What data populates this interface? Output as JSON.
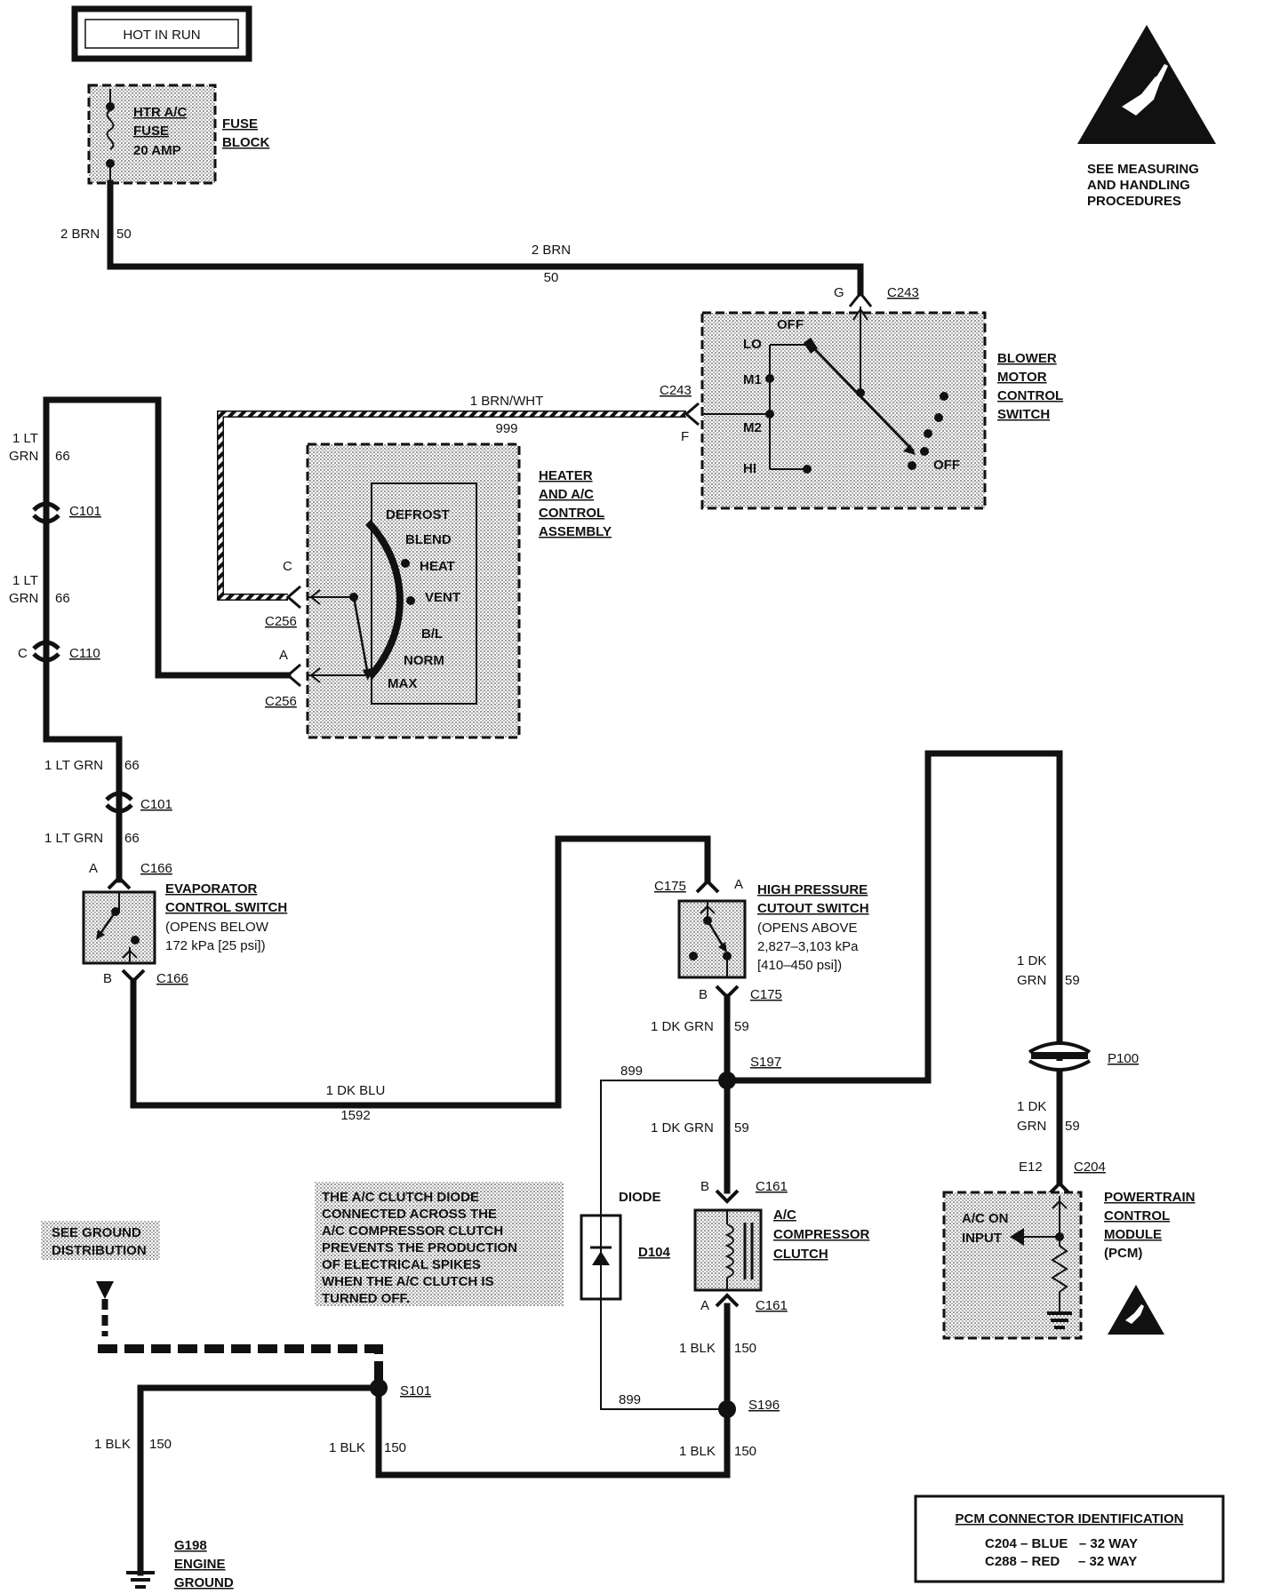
{
  "hot_in_run": "HOT IN RUN",
  "esd_note": [
    "SEE MEASURING",
    "AND HANDLING",
    "PROCEDURES"
  ],
  "fuse": {
    "lines": [
      "HTR A/C",
      "FUSE",
      "20 AMP"
    ]
  },
  "fuse_block": [
    "FUSE",
    "BLOCK"
  ],
  "w_2brn_a": "2 BRN",
  "w_50_a": "50",
  "w_2brn_b": "2 BRN",
  "w_50_b": "50",
  "blower": {
    "title": [
      "BLOWER",
      "MOTOR",
      "CONTROL",
      "SWITCH"
    ],
    "conn_g": "G",
    "conn_g_id": "C243",
    "conn_f": "F",
    "conn_f_id": "C243",
    "positions": {
      "off_top": "OFF",
      "lo": "LO",
      "m1": "M1",
      "m2": "M2",
      "hi": "HI",
      "off_bottom": "OFF"
    }
  },
  "w_brnwht": "1 BRN/WHT",
  "w_999": "999",
  "heater": {
    "title": [
      "HEATER",
      "AND A/C",
      "CONTROL",
      "ASSEMBLY"
    ],
    "modes": [
      "DEFROST",
      "BLEND",
      "HEAT",
      "VENT",
      "B/L",
      "NORM",
      "MAX"
    ],
    "conn_c": "C",
    "conn_c_id": "C256",
    "conn_a": "A",
    "conn_a_id": "C256"
  },
  "ltgrn": {
    "w1_a": "1 LT",
    "w1_b": "GRN",
    "w1_num": "66",
    "c101_a": "C101",
    "w2_a": "1 LT",
    "w2_b": "GRN",
    "w2_num": "66",
    "c110_pin": "C",
    "c110": "C110",
    "w3": "1 LT GRN",
    "w3_num": "66",
    "c101_b": "C101",
    "w4": "1 LT GRN",
    "w4_num": "66"
  },
  "evap": {
    "pin_a": "A",
    "conn_a": "C166",
    "title": [
      "EVAPORATOR",
      "CONTROL SWITCH"
    ],
    "note": [
      "(OPENS BELOW",
      "172 kPa [25 psi])"
    ],
    "pin_b": "B",
    "conn_b": "C166"
  },
  "w_dkblu": "1 DK BLU",
  "w_1592": "1592",
  "hps": {
    "conn_a": "C175",
    "pin_a": "A",
    "title": [
      "HIGH PRESSURE",
      "CUTOUT SWITCH"
    ],
    "note": [
      "(OPENS ABOVE",
      "2,827–3,103 kPa",
      "[410–450 psi])"
    ],
    "pin_b": "B",
    "conn_b": "C175"
  },
  "dkgrn": {
    "w1": "1 DK GRN",
    "w1_num": "59",
    "s197": "S197",
    "w899_a": "899",
    "w2": "1 DK GRN",
    "w2_num": "59"
  },
  "pcm_wire": {
    "w1_a": "1 DK",
    "w1_b": "GRN",
    "w1_num": "59",
    "p100": "P100",
    "w2_a": "1 DK",
    "w2_b": "GRN",
    "w2_num": "59",
    "pin": "E12",
    "conn": "C204"
  },
  "pcm": {
    "title": [
      "POWERTRAIN",
      "CONTROL",
      "MODULE",
      "(PCM)"
    ],
    "input": [
      "A/C ON",
      "INPUT"
    ]
  },
  "clutch": {
    "pin_b": "B",
    "conn_b": "C161",
    "title": [
      "A/C",
      "COMPRESSOR",
      "CLUTCH"
    ],
    "pin_a": "A",
    "conn_a": "C161"
  },
  "diode": {
    "label": "DIODE",
    "id": "D104"
  },
  "diode_note": [
    "THE A/C CLUTCH DIODE",
    "CONNECTED ACROSS THE",
    "A/C COMPRESSOR CLUTCH",
    "PREVENTS THE PRODUCTION",
    "OF ELECTRICAL SPIKES",
    "WHEN THE A/C CLUTCH IS",
    "TURNED OFF."
  ],
  "ground_ref": [
    "SEE GROUND",
    "DISTRIBUTION"
  ],
  "blk": {
    "w1": "1 BLK",
    "w1_num": "150",
    "w899_b": "899",
    "s196": "S196",
    "w2": "1 BLK",
    "w2_num": "150",
    "s101": "S101",
    "w3": "1 BLK",
    "w3_num": "150",
    "w4": "1 BLK",
    "w4_num": "150"
  },
  "ground": {
    "id": "G198",
    "lines": [
      "ENGINE",
      "GROUND"
    ]
  },
  "pcm_conn_id": {
    "title": "PCM CONNECTOR IDENTIFICATION",
    "rows": [
      "C204 – BLUE   – 32 WAY",
      "C288 – RED     – 32 WAY"
    ]
  }
}
